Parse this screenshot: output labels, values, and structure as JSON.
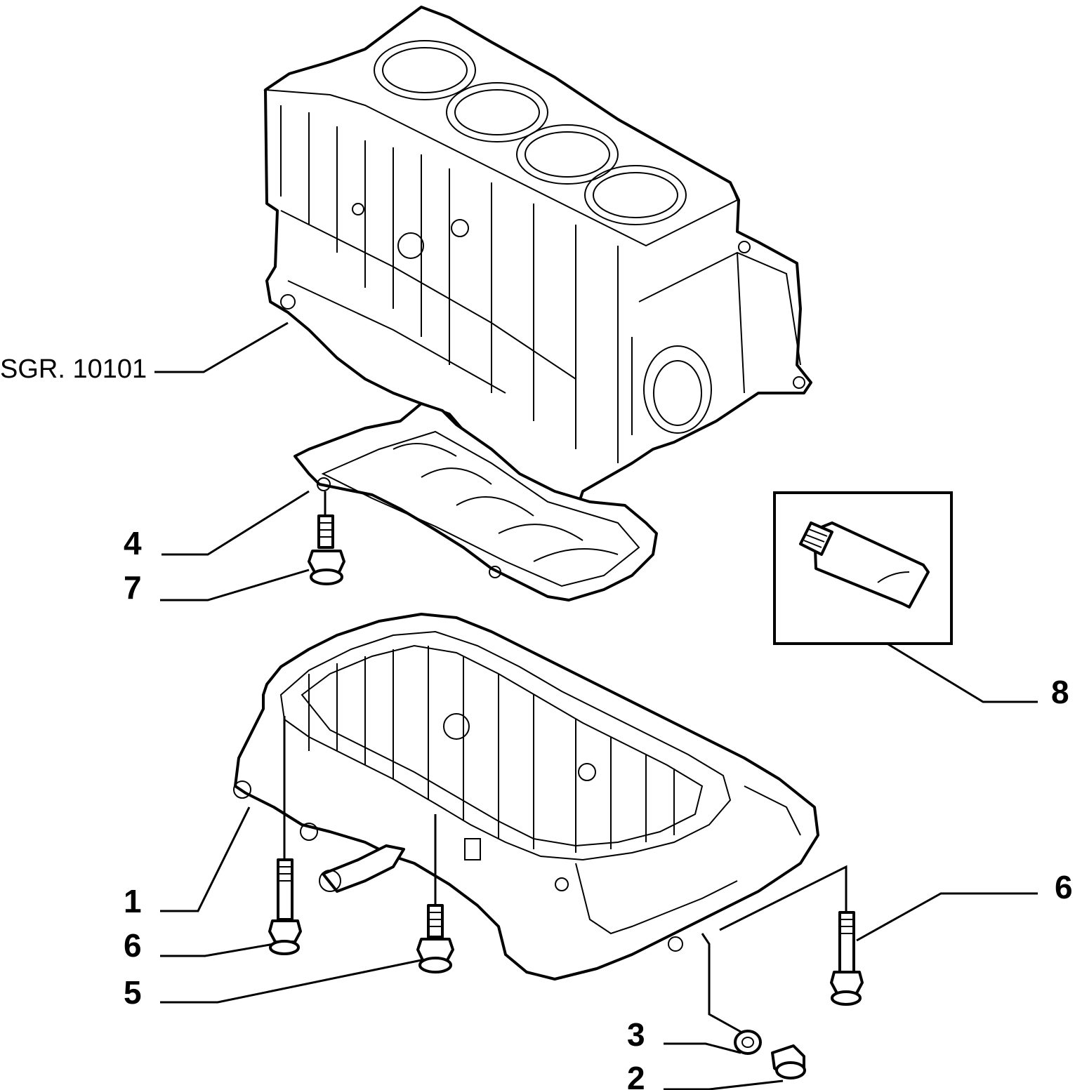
{
  "reference_label": "SGR. 10101",
  "callouts": [
    "4",
    "7",
    "8",
    "1",
    "6",
    "5",
    "6",
    "3",
    "2"
  ],
  "parts": {
    "engine_block": "engine-block",
    "gasket": "oil-pan-gasket",
    "oil_pan": "oil-sump",
    "sealant": "sealant-tube"
  }
}
